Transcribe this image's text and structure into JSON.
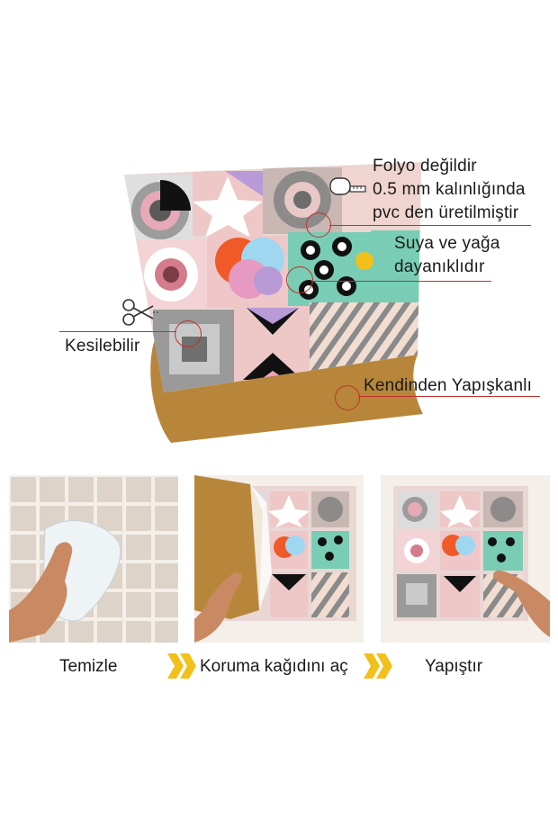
{
  "features": {
    "material_lines": [
      "Folyo değildir",
      "0.5 mm kalınlığında",
      "pvc den üretilmiştir"
    ],
    "resistance_lines": [
      "Suya ve yağa",
      "dayanıklıdır"
    ],
    "cuttable": "Kesilebilir",
    "adhesive": "Kendinden Yapışkanlı"
  },
  "steps": [
    {
      "label": "Temizle"
    },
    {
      "label": "Koruma kağıdını aç"
    },
    {
      "label": "Yapıştır"
    }
  ],
  "icons": {
    "measure": "tape-measure-icon",
    "scissors": "scissors-icon",
    "arrow": "double-chevron-right-icon"
  },
  "colors": {
    "accent_red": "#c0312d",
    "backing_brown": "#b8863a",
    "chevron_yellow": "#f2c01a",
    "wall_tile": "#ddd3c8",
    "grout": "#f4efe9",
    "tile_pink": "#edc9c5",
    "tile_mint": "#79cdb4",
    "tile_lilac": "#b79ad6",
    "tile_grey": "#9a9a9a"
  }
}
